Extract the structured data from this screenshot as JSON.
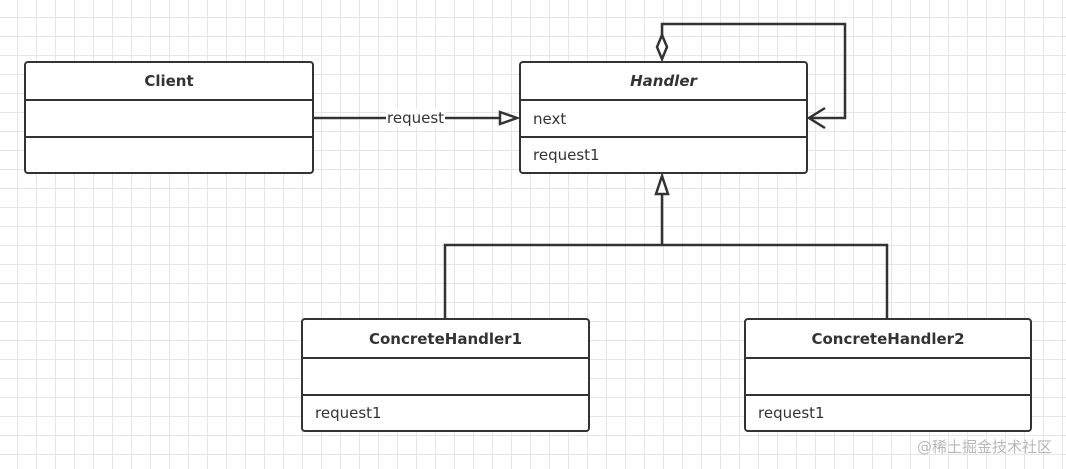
{
  "classes": {
    "client": {
      "name": "Client",
      "attributes": "",
      "methods": ""
    },
    "handler": {
      "name": "Handler",
      "attributes": "next",
      "methods": "request1"
    },
    "concrete1": {
      "name": "ConcreteHandler1",
      "attributes": "",
      "methods": "request1"
    },
    "concrete2": {
      "name": "ConcreteHandler2",
      "attributes": "",
      "methods": "request1"
    }
  },
  "relations": {
    "client_to_handler": {
      "type": "association",
      "label": "request"
    },
    "handler_self": {
      "type": "aggregation"
    },
    "concrete_to_handler": {
      "type": "generalization"
    }
  },
  "watermark": "@稀土掘金技术社区",
  "colors": {
    "stroke": "#333333",
    "grid": "#e6e6e6",
    "watermark": "#b8b8b8"
  }
}
